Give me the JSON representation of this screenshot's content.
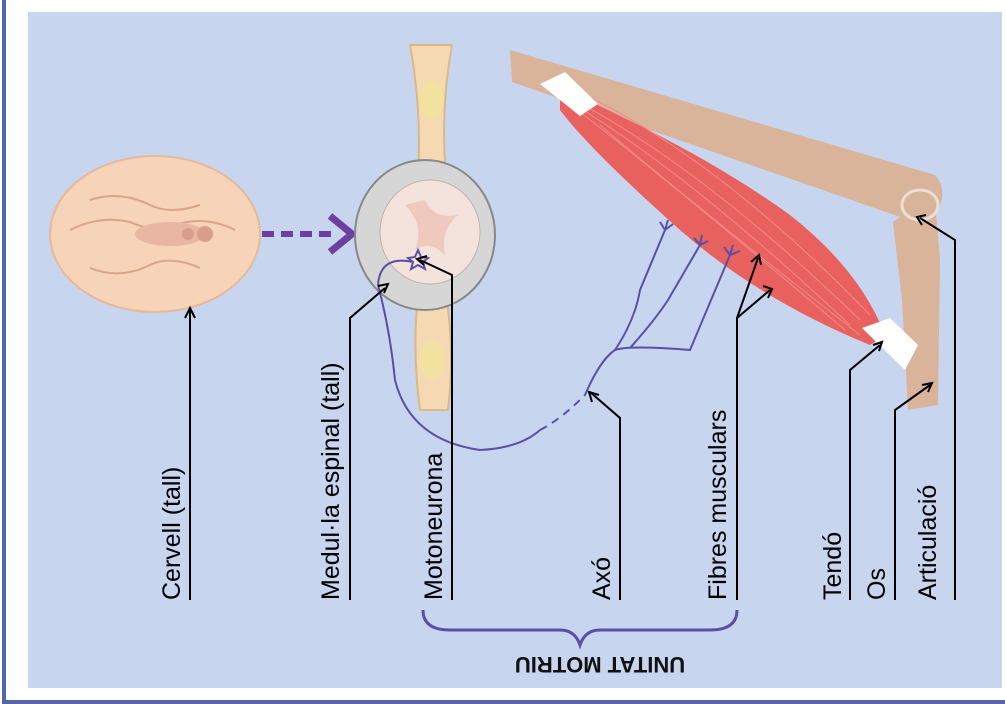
{
  "title": "UNITAT MOTRIU",
  "labels": {
    "cervell": "Cervell (tall)",
    "medulla": "Medul·la espinal (tall)",
    "motoneurona": "Motoneurona",
    "axo": "Axó",
    "fibres": "Fibres musculars",
    "tendo": "Tendó",
    "os": "Os",
    "articulacio": "Articulació"
  },
  "colors": {
    "background": "#c7d5ee",
    "frame": "#5566a8",
    "muscle": "#e8615f",
    "bone": "#d9b49b",
    "tendon": "#ffffff",
    "nerve": "#5a4fa6",
    "arrow": "#6d3fa0",
    "brain": "#f7d3b8",
    "spinal_cord": "#f5d9b3"
  }
}
